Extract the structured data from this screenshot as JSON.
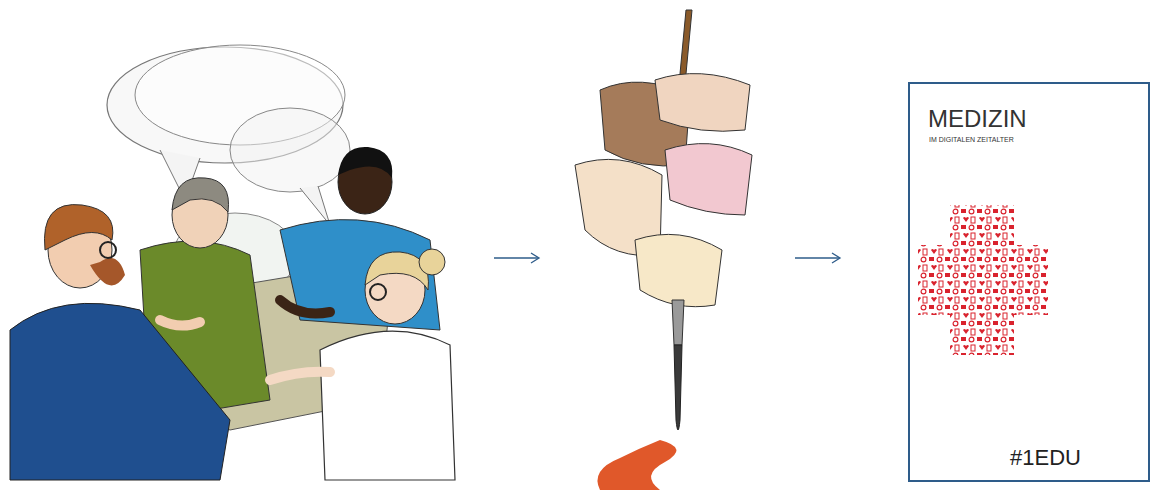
{
  "diagram": {
    "nodes": [
      {
        "text": [
          "MEDIZIN",
          "IM DIGITALEN ZEITALTER",
          "#1EDU"
        ]
      }
    ]
  }
}
